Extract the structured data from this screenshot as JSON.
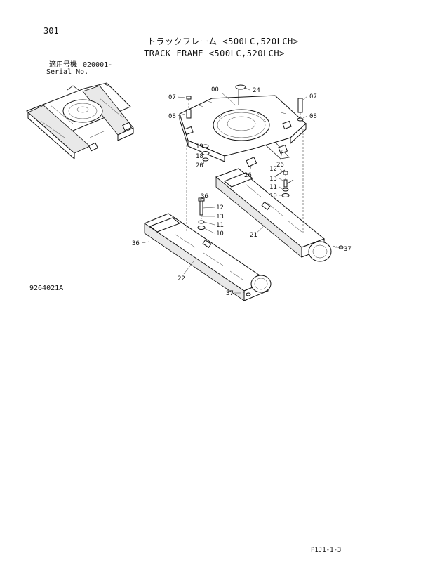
{
  "page": {
    "number": "301"
  },
  "title": {
    "japanese": "トラックフレーム <500LC,520LCH>",
    "english": "TRACK FRAME <500LC,520LCH>"
  },
  "serial": {
    "label_jp": "適用号機",
    "value": "020001-",
    "label_en": "Serial No."
  },
  "drawing_code": "9264021A",
  "sheet_code": "P1J1-1-3",
  "callouts": {
    "c00": "00",
    "c24": "24",
    "c07a": "07",
    "c07b": "07",
    "c08a": "08",
    "c08b": "08",
    "c19": "19",
    "c18": "18",
    "c20": "20",
    "c26a": "26",
    "c26b": "26",
    "c12a": "12",
    "c13a": "13",
    "c11a": "11",
    "c10a": "10",
    "c36a": "36",
    "c12b": "12",
    "c13b": "13",
    "c11b": "11",
    "c10b": "10",
    "c21": "21",
    "c36b": "36",
    "c37a": "37",
    "c22": "22",
    "c37b": "37"
  }
}
